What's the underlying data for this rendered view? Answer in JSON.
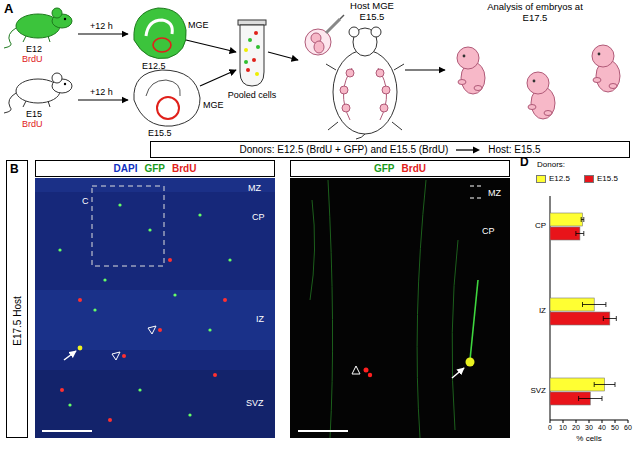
{
  "diagram": {
    "nodes": [
      {
        "text": [
          "Donors: E12.5 (BrdU + GFP) and E15.5 (BrdU)",
          "Host: E15.5"
        ]
      },
      {
        "text": [
          "E17.5 Host"
        ]
      },
      {
        "text": [
          "DAPI",
          "GFP",
          "BrdU"
        ]
      },
      {
        "text": [
          "GFP",
          "BrdU"
        ]
      }
    ],
    "labels": [
      "A",
      "E12",
      "BrdU",
      "+12 h",
      "E12.5",
      "MGE",
      "E15",
      "BrdU",
      "+12 h",
      "E15.5",
      "MGE",
      "Pooled cells",
      "Host MGE E15.5",
      "Analysis of embryos at E17.5",
      "B",
      "MZ",
      "CP",
      "IZ",
      "SVZ",
      "C",
      "MZ",
      "CP",
      "D",
      "Donors:",
      "CP",
      "IZ",
      "SVZ",
      "0",
      "10",
      "20",
      "30",
      "40",
      "50",
      "60",
      "% cells"
    ],
    "legend": [
      {
        "text": "E12.5",
        "color": "#ffff33"
      },
      {
        "text": "E15.5",
        "color": "#e8141a"
      }
    ]
  }
}
